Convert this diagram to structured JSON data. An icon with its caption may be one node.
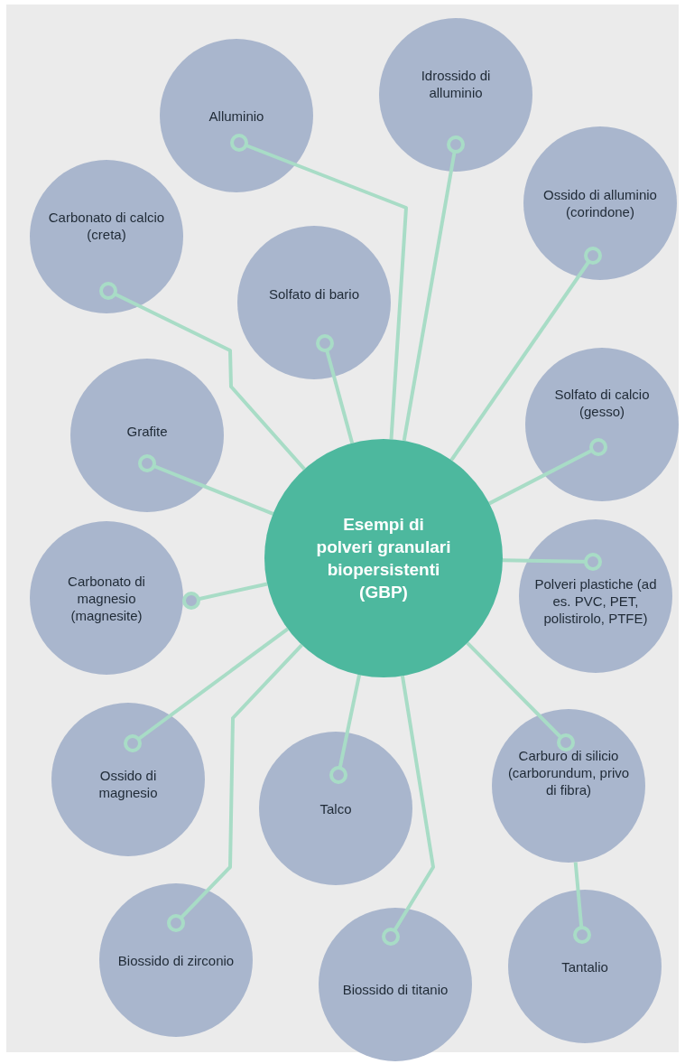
{
  "diagram": {
    "nodes": [
      {
        "text": [
          "Alluminio"
        ]
      },
      {
        "text": [
          "Idrossido di alluminio"
        ]
      },
      {
        "text": [
          "Ossido di alluminio (corindone)"
        ]
      },
      {
        "text": [
          "Carbonato di calcio (creta)"
        ]
      },
      {
        "text": [
          "Solfato di bario"
        ]
      },
      {
        "text": [
          "Solfato di calcio (gesso)"
        ]
      },
      {
        "text": [
          "Grafite"
        ]
      },
      {
        "text": [
          "Esempi di polveri granulari biopersistenti (GBP)"
        ]
      },
      {
        "text": [
          "Carbonato di magnesio (magnesite)"
        ]
      },
      {
        "text": [
          "Polveri plastiche (ad es. PVC, PET, polistirolo, PTFE)"
        ]
      },
      {
        "text": [
          "Ossido di magnesio"
        ]
      },
      {
        "text": [
          "Talco"
        ]
      },
      {
        "text": [
          "Carburo di silicio (carborundum, privo di fibra)"
        ]
      },
      {
        "text": [
          "Biossido di zirconio"
        ]
      },
      {
        "text": [
          "Biossido di titanio"
        ]
      },
      {
        "text": [
          "Tantalio"
        ]
      }
    ],
    "edges": [
      {
        "from": 0,
        "to": 7,
        "arrow": "other"
      },
      {
        "from": 1,
        "to": 7,
        "arrow": "other"
      },
      {
        "from": 2,
        "to": 7,
        "arrow": "other"
      },
      {
        "from": 3,
        "to": 7,
        "arrow": "other"
      },
      {
        "from": 4,
        "to": 7,
        "arrow": "other"
      },
      {
        "from": 5,
        "to": 7,
        "arrow": "other"
      },
      {
        "from": 6,
        "to": 7,
        "arrow": "other"
      },
      {
        "from": 8,
        "to": 7,
        "arrow": "other"
      },
      {
        "from": 9,
        "to": 7,
        "arrow": "other"
      },
      {
        "from": 10,
        "to": 7,
        "arrow": "other"
      },
      {
        "from": 11,
        "to": 7,
        "arrow": "other"
      },
      {
        "from": 12,
        "to": 7,
        "arrow": "other"
      },
      {
        "from": 13,
        "to": 7,
        "arrow": "other"
      },
      {
        "from": 14,
        "to": 7,
        "arrow": "other"
      },
      {
        "from": 15,
        "to": 12,
        "arrow": "other"
      }
    ]
  }
}
